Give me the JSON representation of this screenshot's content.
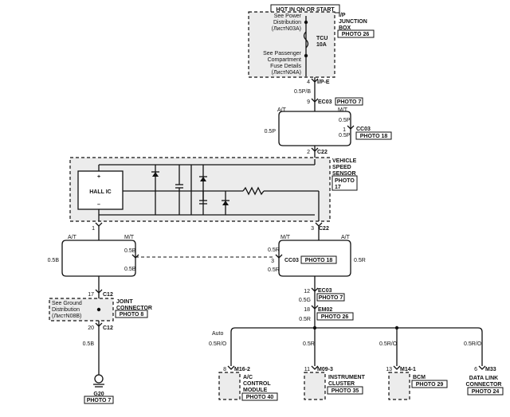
{
  "junction": {
    "header": "HOT IN ON OR START",
    "title": [
      "I/P",
      "JUNCTION",
      "BOX"
    ],
    "photo": "PHOTO 26",
    "power_ref": [
      "See Power",
      "Distribution",
      "(ЛистN03A)"
    ],
    "fuse": [
      "TCU",
      "10A"
    ],
    "fuse_ref": [
      "See Passenger",
      "Compartment",
      "Fuse Details",
      "(ЛистN04A)"
    ]
  },
  "top_wiring": {
    "pin_ipe": "4",
    "ipe_label": "I/P-E",
    "wire_1": "0.5P/B",
    "pin_ec03": "9",
    "ec03_label": "EC03",
    "ec03_photo": "PHOTO 7",
    "at_label": "A/T",
    "mt_label": "M/T",
    "wire_at": "0.5P",
    "wire_mt": "0.5P",
    "pin_cc03": "1",
    "cc03_label": "CC03",
    "cc03_photo": "PHOTO 18",
    "wire_2": "0.5P"
  },
  "sensor": {
    "pin_top": "2",
    "conn_top": "C22",
    "title": [
      "VEHICLE",
      "SPEED",
      "SENSOR"
    ],
    "photo": [
      "PHOTO",
      "17"
    ],
    "ic_label": "HALL IC",
    "plus": "+",
    "minus": "–",
    "pin_left": "1",
    "pin_right": "3",
    "conn_right": "C22"
  },
  "left_branch": {
    "at_label": "A/T",
    "mt_label": "M/T",
    "wire_at": "0.5B",
    "wire_mt_top": "0.5B",
    "wire_mt_bot": "0.5B",
    "pin_top": "17",
    "conn_top": "C12",
    "joint_title": [
      "JOINT",
      "CONNECTOR"
    ],
    "joint_photo": "PHOTO 8",
    "ground_ref": [
      "See Ground",
      "Distribution",
      "(ЛистN08B)"
    ],
    "pin_bot": "20",
    "conn_bot": "C12",
    "wire_ground": "0.5B",
    "ground": "G20",
    "ground_photo": "PHOTO 7"
  },
  "right_branch": {
    "mt_label": "M/T",
    "at_label": "A/T",
    "wire_mt": "0.5R",
    "wire_at": "0.5R",
    "pin_cc03": "3",
    "cc03_label": "CC03",
    "cc03_photo": "PHOTO 18",
    "wire_mt2": "0.5R",
    "pin_ec03": "12",
    "ec03_label": "EC03",
    "ec03_photo": "PHOTO 7",
    "wire_g": "0.5G",
    "pin_em02": "18",
    "em02_label": "EM02",
    "em02_photo": "PHOTO 26",
    "wire_r": "0.5R"
  },
  "modules": {
    "auto_label": "Auto",
    "ac": {
      "wire": "0.5R/O",
      "pin": "8",
      "conn": "M16-2",
      "name": [
        "A/C",
        "CONTROL",
        "MODULE"
      ],
      "photo": "PHOTO 40"
    },
    "cluster": {
      "wire": "0.5R",
      "pin": "11",
      "conn": "M09-3",
      "name": [
        "INSTRUMENT",
        "CLUSTER"
      ],
      "photo": "PHOTO 35"
    },
    "bcm": {
      "wire": "0.5R/O",
      "pin": "13",
      "conn": "M14-1",
      "name": [
        "BCM"
      ],
      "photo": "PHOTO 29"
    },
    "dlc": {
      "wire": "0.5R/O",
      "pin": "6",
      "conn": "M33",
      "name": [
        "DATA LINK",
        "CONNECTOR"
      ],
      "photo": "PHOTO 24"
    }
  }
}
